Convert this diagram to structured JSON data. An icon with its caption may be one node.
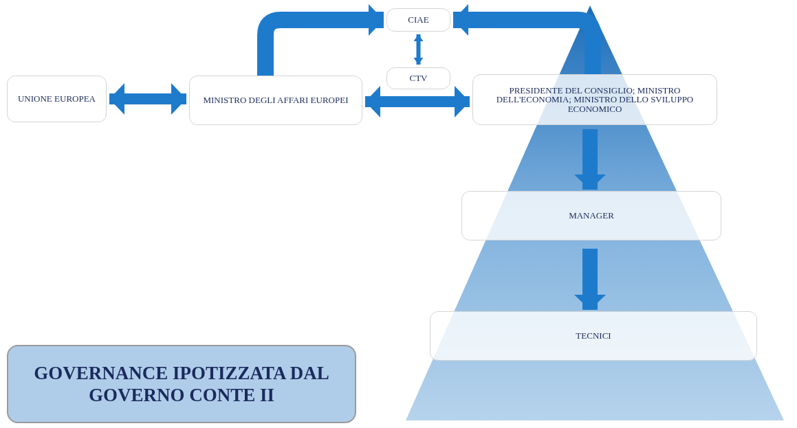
{
  "diagram": {
    "nodes": [
      {
        "text": [
          "UNIONE EUROPEA"
        ]
      },
      {
        "text": [
          "MINISTRO DEGLI AFFARI EUROPEI"
        ]
      },
      {
        "text": [
          "CIAE"
        ]
      },
      {
        "text": [
          "CTV"
        ]
      },
      {
        "text": [
          "PRESIDENTE DEL CONSIGLIO; MINISTRO DELL'ECONOMIA; MINISTRO DELLO SVILUPPO ECONOMICO"
        ]
      },
      {
        "text": [
          "MANAGER"
        ]
      },
      {
        "text": [
          "TECNICI"
        ]
      },
      {
        "text": [
          "GOVERNANCE IPOTIZZATA DAL GOVERNO CONTE II"
        ]
      }
    ],
    "edges": [
      {
        "from": 0,
        "to": 1,
        "arrow": "both"
      },
      {
        "from": 1,
        "to": 2,
        "arrow": "to"
      },
      {
        "from": 2,
        "to": 3,
        "arrow": "both"
      },
      {
        "from": 1,
        "to": 4,
        "arrow": "both"
      },
      {
        "from": 4,
        "to": 2,
        "arrow": "to"
      },
      {
        "from": 4,
        "to": 5,
        "arrow": "to"
      },
      {
        "from": 5,
        "to": 6,
        "arrow": "to"
      }
    ]
  }
}
